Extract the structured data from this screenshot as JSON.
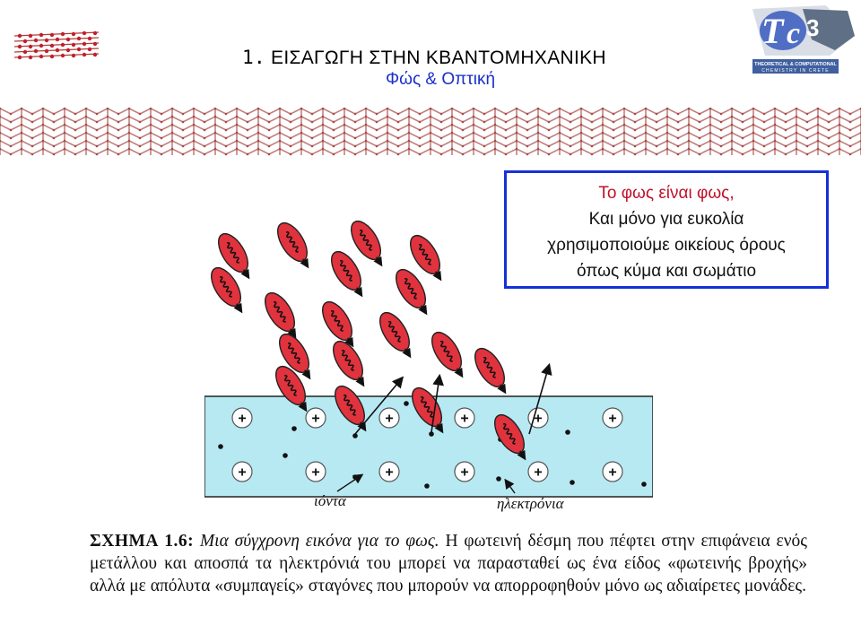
{
  "header": {
    "title_number": "1.",
    "title": "ΕΙΣΑΓΩΓΗ ΣΤΗΝ ΚΒΑΝΤΟΜΗΧΑΝΙΚΗ",
    "subtitle": "Φώς & Οπτική"
  },
  "logo": {
    "mark": "TC3",
    "line1": "THEORETICAL & COMPUTATIONAL",
    "line2": "CHEMISTRY IN CRETE"
  },
  "quote": {
    "line1": "Το  φως είναι φως,",
    "line2": "Και μόνο για ευκολία",
    "line3": "χρησιμοποιούμε οικείους όρους",
    "line4": "όπως κύμα και σωμάτιο"
  },
  "diagram": {
    "ions_label": "ιόντα",
    "electrons_label": "ηλεκτρόνια",
    "ion_sign": "+",
    "colors": {
      "metal": "#b7e9f2",
      "photon": "#e0333e",
      "wave": "#111111"
    }
  },
  "caption": {
    "label": "ΣΧΗΜΑ 1.6:",
    "italic": "Μια σύγχρονη εικόνα για το φως.",
    "text": "Η φωτεινή δέσμη που πέφτει στην επιφάνεια ενός μετάλλου και αποσπά τα ηλεκτρόνιά του μπορεί να παρασταθεί ως ένα είδος «φωτεινής βροχής» αλλά με απόλυτα «συμπαγείς» σταγόνες που μπορούν να απορροφηθούν μόνο ως αδιαίρετες μονάδες."
  }
}
